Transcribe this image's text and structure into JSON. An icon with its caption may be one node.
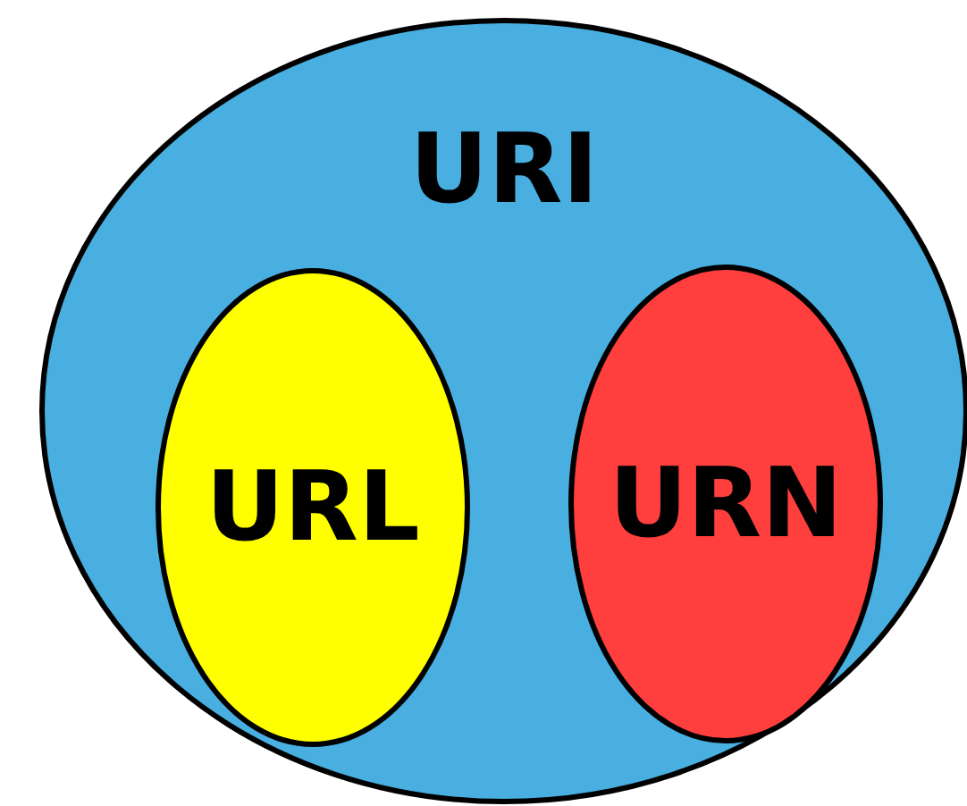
{
  "diagram": {
    "nodes": [
      {
        "text": [
          "URI"
        ]
      },
      {
        "text": [
          "URL"
        ],
        "in": 0
      },
      {
        "text": [
          "URN"
        ],
        "in": 0
      }
    ]
  }
}
